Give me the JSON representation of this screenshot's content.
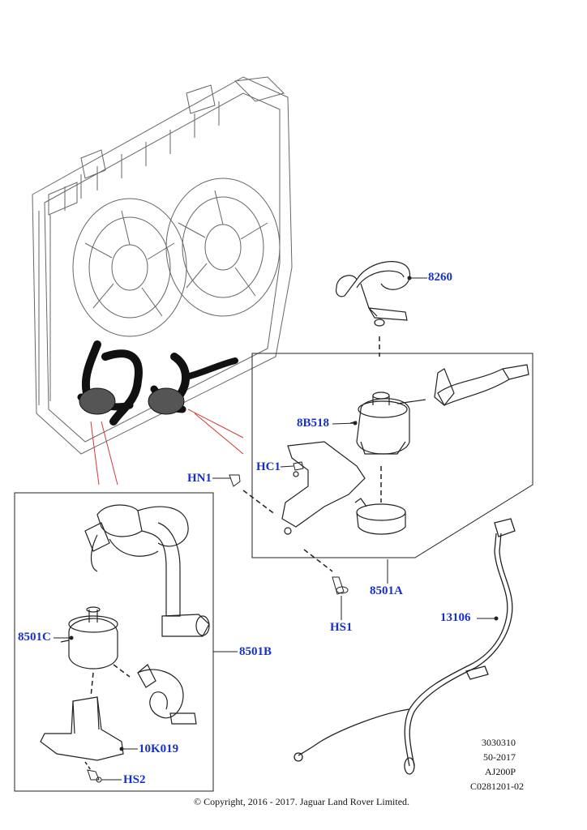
{
  "callouts": {
    "c8260": "8260",
    "c8B518": "8B518",
    "cHC1": "HC1",
    "cHN1": "HN1",
    "c8501A": "8501A",
    "cHS1": "HS1",
    "c13106": "13106",
    "c8501C": "8501C",
    "c8501B": "8501B",
    "c10K019": "10K019",
    "cHS2": "HS2"
  },
  "reference": {
    "line1": "3030310",
    "line2": "50-2017",
    "line3": "AJ200P",
    "line4": "C0281201-02"
  },
  "footer": {
    "copyright": "© Copyright, 2016 - 2017. Jaguar Land Rover Limited."
  },
  "colors": {
    "callout": "#1631c9",
    "leader_red": "#d23b3b",
    "line": "#222222"
  }
}
